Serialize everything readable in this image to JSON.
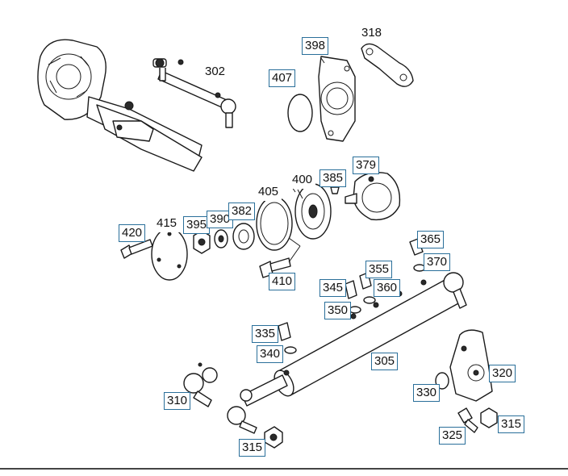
{
  "callouts": {
    "c302": "302",
    "c318": "318",
    "c398": "398",
    "c407": "407",
    "c379": "379",
    "c385": "385",
    "c400": "400",
    "c405": "405",
    "c415": "415",
    "c420": "420",
    "c395": "395",
    "c390": "390",
    "c382": "382",
    "c410": "410",
    "c365": "365",
    "c370": "370",
    "c355": "355",
    "c345": "345",
    "c360": "360",
    "c350": "350",
    "c335": "335",
    "c340": "340",
    "c305": "305",
    "c320": "320",
    "c330": "330",
    "c310": "310",
    "c315a": "315",
    "c315b": "315",
    "c325": "325"
  },
  "colors": {
    "label_border": "#2a6f9a",
    "line": "#1a1a1a"
  }
}
